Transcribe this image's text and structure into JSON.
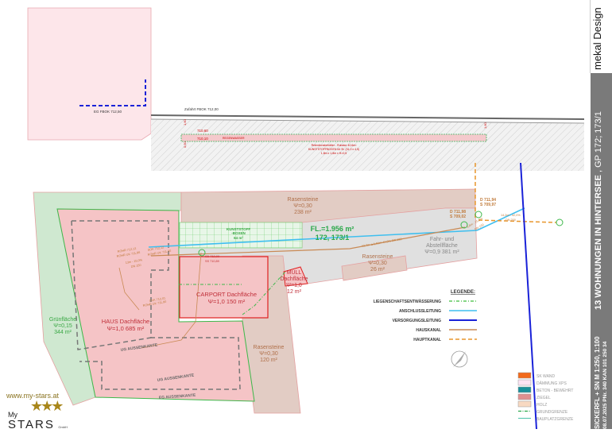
{
  "section": {
    "eg_fbok": "EG FBOK 712,50",
    "zufahrt": "Zufahrt FBOK 712,00",
    "level_top": "710,60",
    "level_bottom": "710,10",
    "dim_left_top": "1,60",
    "dim_left_bottom": "0,50",
    "dim_right": "1,60",
    "regenwasser": "REGENWASSER",
    "box_note_1": "Retentionsbehälter - Rubator 40,6m³",
    "box_note_2": "KUNSTSTOFFBOXEN 64 St. (31,0 x 4,5)",
    "box_note_3": "1,8m x 1,8m x H=0,5"
  },
  "areas": {
    "gruenflaeche": {
      "name": "Grünfläche",
      "psi": "Ψ=0,15",
      "area": "344 m²"
    },
    "haus": {
      "name": "HAUS Dachfläche",
      "psi_area": "Ψ=1,0 685 m²"
    },
    "carport": {
      "name": "CARPORT Dachfläche",
      "psi_area": "Ψ=1,0 150 m²"
    },
    "muell": {
      "name1": "MÜLL",
      "name2": "Dachfläche",
      "psi": "Ψ=1,0",
      "area": "12 m²"
    },
    "rasen_238": {
      "name": "Rasensteine",
      "psi": "Ψ=0,30",
      "area": "238 m²"
    },
    "rasen_26": {
      "name": "Rasensteine",
      "psi": "Ψ=0,30",
      "area": "26 m²"
    },
    "rasen_120": {
      "name": "Rasensteine",
      "psi": "Ψ=0,30",
      "area": "120 m²"
    },
    "kunststoff": {
      "name1": "KUNSTSTOFF",
      "name2": "-BOXEN",
      "area": "64 m²"
    },
    "fahr": {
      "name1": "Fahr- und",
      "name2": "Abstellfläche",
      "psi_area": "Ψ=0,9  381 m²"
    },
    "plot": {
      "area": "FL.=1.956 m²",
      "parcel": "172, 173/1"
    }
  },
  "annotations": {
    "ug1": "UG AUSSENKANTE",
    "ug2": "UG AUSSENKANTE",
    "eg": "EG AUSSENKANTE",
    "rohr1a": "ROHR 712,13",
    "rohr1b": "ROHR UK 711,86",
    "sok1": "SOK 712,12",
    "sok1b": "ROHR UK 711,00",
    "pipe1": "13m - 15,0%",
    "pipe1b": "DN 150",
    "ovk_a": "OVK 712,01",
    "ovk_b": "ROHR UK 711,90",
    "sd_a": "SD 712,00",
    "sd_b": "SS 710,89",
    "main_pipe": "43,7m  ▲1,91m  47,9%  DN 150",
    "d1_a": "D 711,98",
    "d1_b": "S 709,02",
    "d2_a": "D 711,94",
    "d2_b": "S 709,97",
    "short_pipe": "3,6m - 15,0%",
    "short_pipe_b": "DN 150",
    "main_canal": "14,2m - 42,0%",
    "main_canal_b": "DN 200"
  },
  "legend": {
    "title": "LEGENDE:",
    "items": [
      {
        "label": "LIEGENSCHAFTSENTWÄSSERUNG",
        "color": "#5fc85f"
      },
      {
        "label": "ANSCHLUSSLEITUNG",
        "color": "#3fbfef"
      },
      {
        "label": "VERSORGUNGSLEITUNG",
        "color": "#1a22d8"
      },
      {
        "label": "HAUSKANAL",
        "color": "#c98a55"
      },
      {
        "label": "HAUPTKANAL",
        "color": "#e8962c"
      }
    ]
  },
  "material_legend": [
    {
      "label": "SK WAND",
      "color": "#f26a1b"
    },
    {
      "label": "DÄMMUNG XPS",
      "color": "#fbe3f3"
    },
    {
      "label": "BETON - BEWEHRT",
      "color": "#1a8f9a"
    },
    {
      "label": "ZIEGEL",
      "color": "#e09090"
    },
    {
      "label": "HOLZ",
      "color": "#f8d9c2"
    },
    {
      "label": "GRUNDGRENZE",
      "color": "#2aa84a"
    },
    {
      "label": "BAUPLATZGRENZE",
      "color": "#5cc7b0"
    }
  ],
  "logo": {
    "url": "www.my-stars.at",
    "brand1": "My",
    "brand2": "STARS",
    "suffix": "GmbH"
  },
  "title_block": {
    "brand": "mekal Design",
    "project": "13 WOHNUNGEN IN HINTERSEE",
    "parcel": ", GP 172; 173/1",
    "plan": "SICKERFL + SN  M 1:250, 1:100",
    "date": "08.07.2025 PNr. 340 KAN 101 250 34"
  }
}
